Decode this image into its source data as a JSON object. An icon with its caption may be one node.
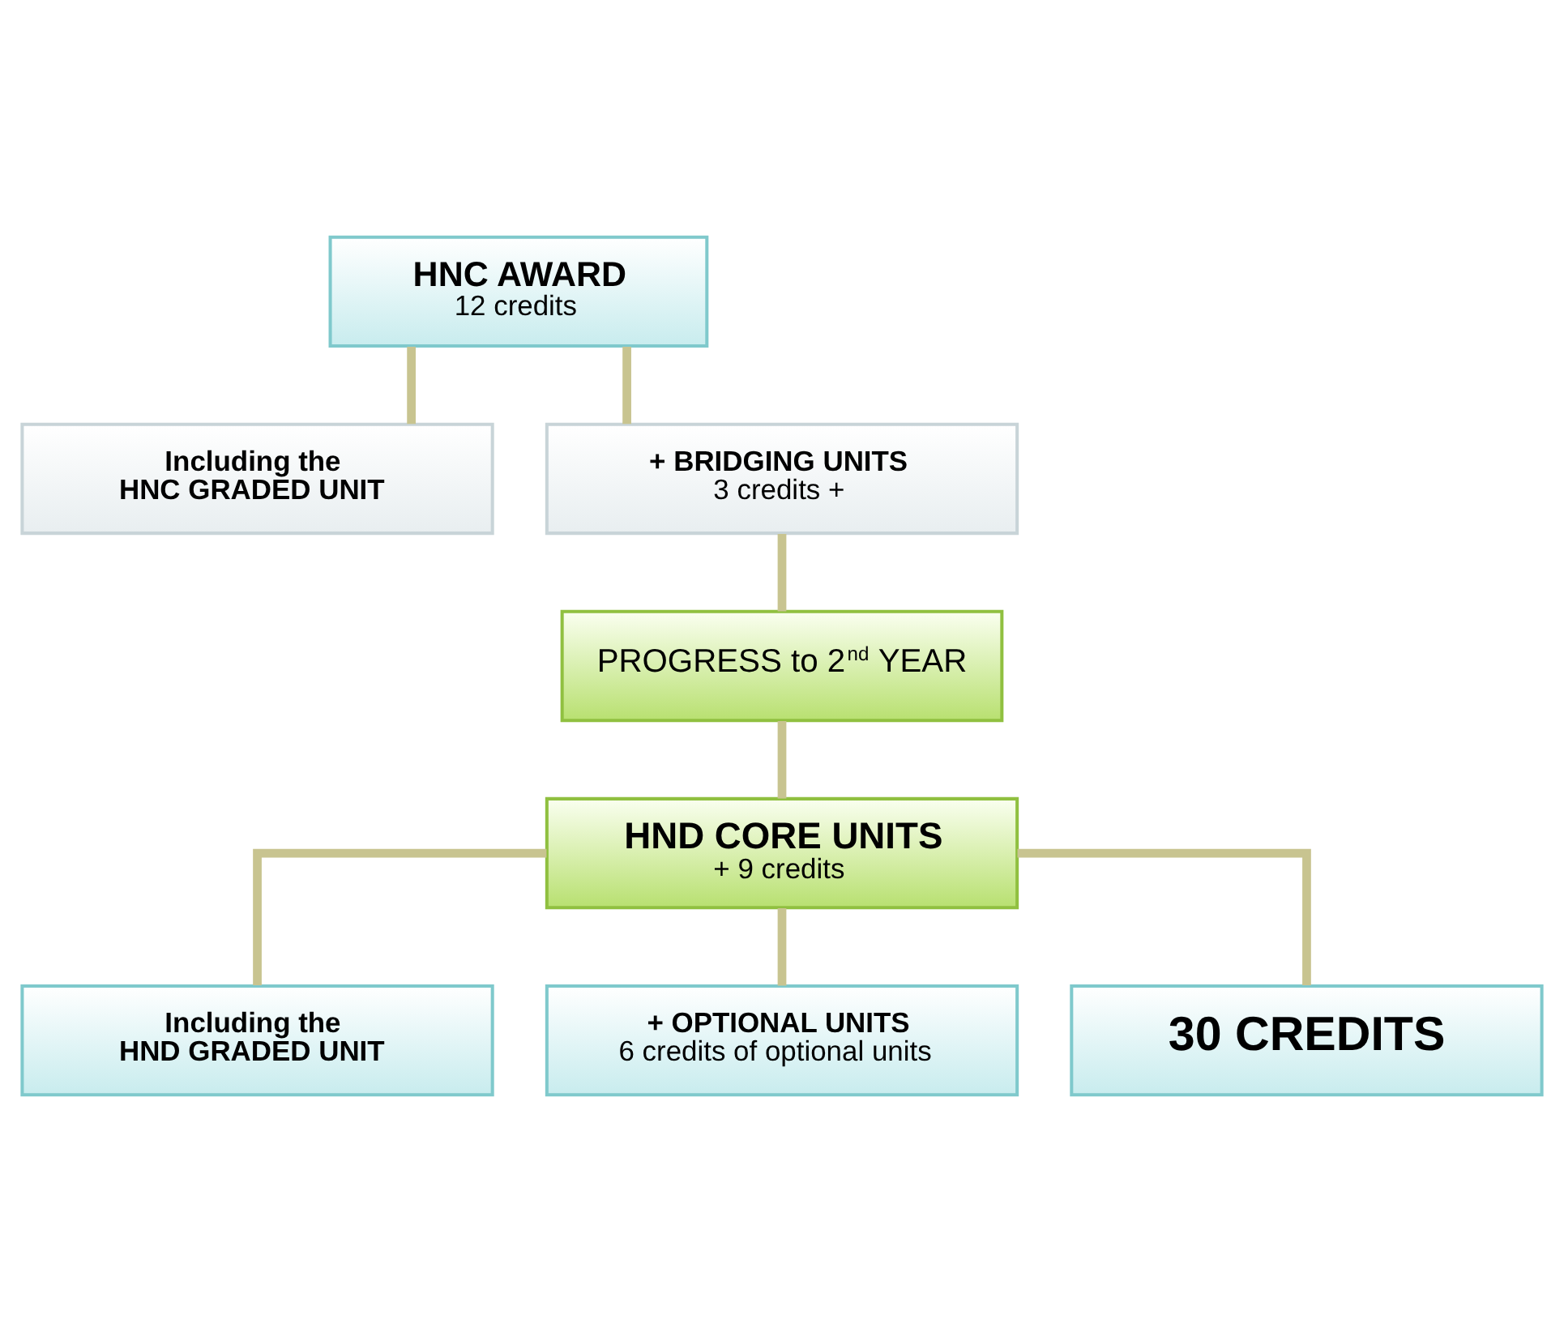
{
  "diagram": {
    "nodes": [
      {
        "text": [
          "HNC AWARD",
          "12 credits"
        ]
      },
      {
        "text": [
          "Including the HNC GRADED UNIT"
        ]
      },
      {
        "text": [
          "+ BRIDGING UNITS",
          "3 credits +"
        ]
      },
      {
        "text": [
          "PROGRESS to 2$^{nd}$ YEAR"
        ]
      },
      {
        "text": [
          "HND CORE UNITS",
          "+ 9 credits"
        ]
      },
      {
        "text": [
          "Including the HND GRADED UNIT"
        ]
      },
      {
        "text": [
          "+ OPTIONAL UNITS",
          "6 credits of optional units"
        ]
      },
      {
        "text": [
          "30 CREDITS"
        ]
      }
    ],
    "edges": [
      {
        "from": 0,
        "to": 1,
        "arrow": "none"
      },
      {
        "from": 0,
        "to": 2,
        "arrow": "none"
      },
      {
        "from": 2,
        "to": 3,
        "arrow": "none"
      },
      {
        "from": 3,
        "to": 4,
        "arrow": "none"
      },
      {
        "from": 4,
        "to": 5,
        "arrow": "none"
      },
      {
        "from": 4,
        "to": 6,
        "arrow": "none"
      },
      {
        "from": 4,
        "to": 7,
        "arrow": "none"
      }
    ]
  }
}
